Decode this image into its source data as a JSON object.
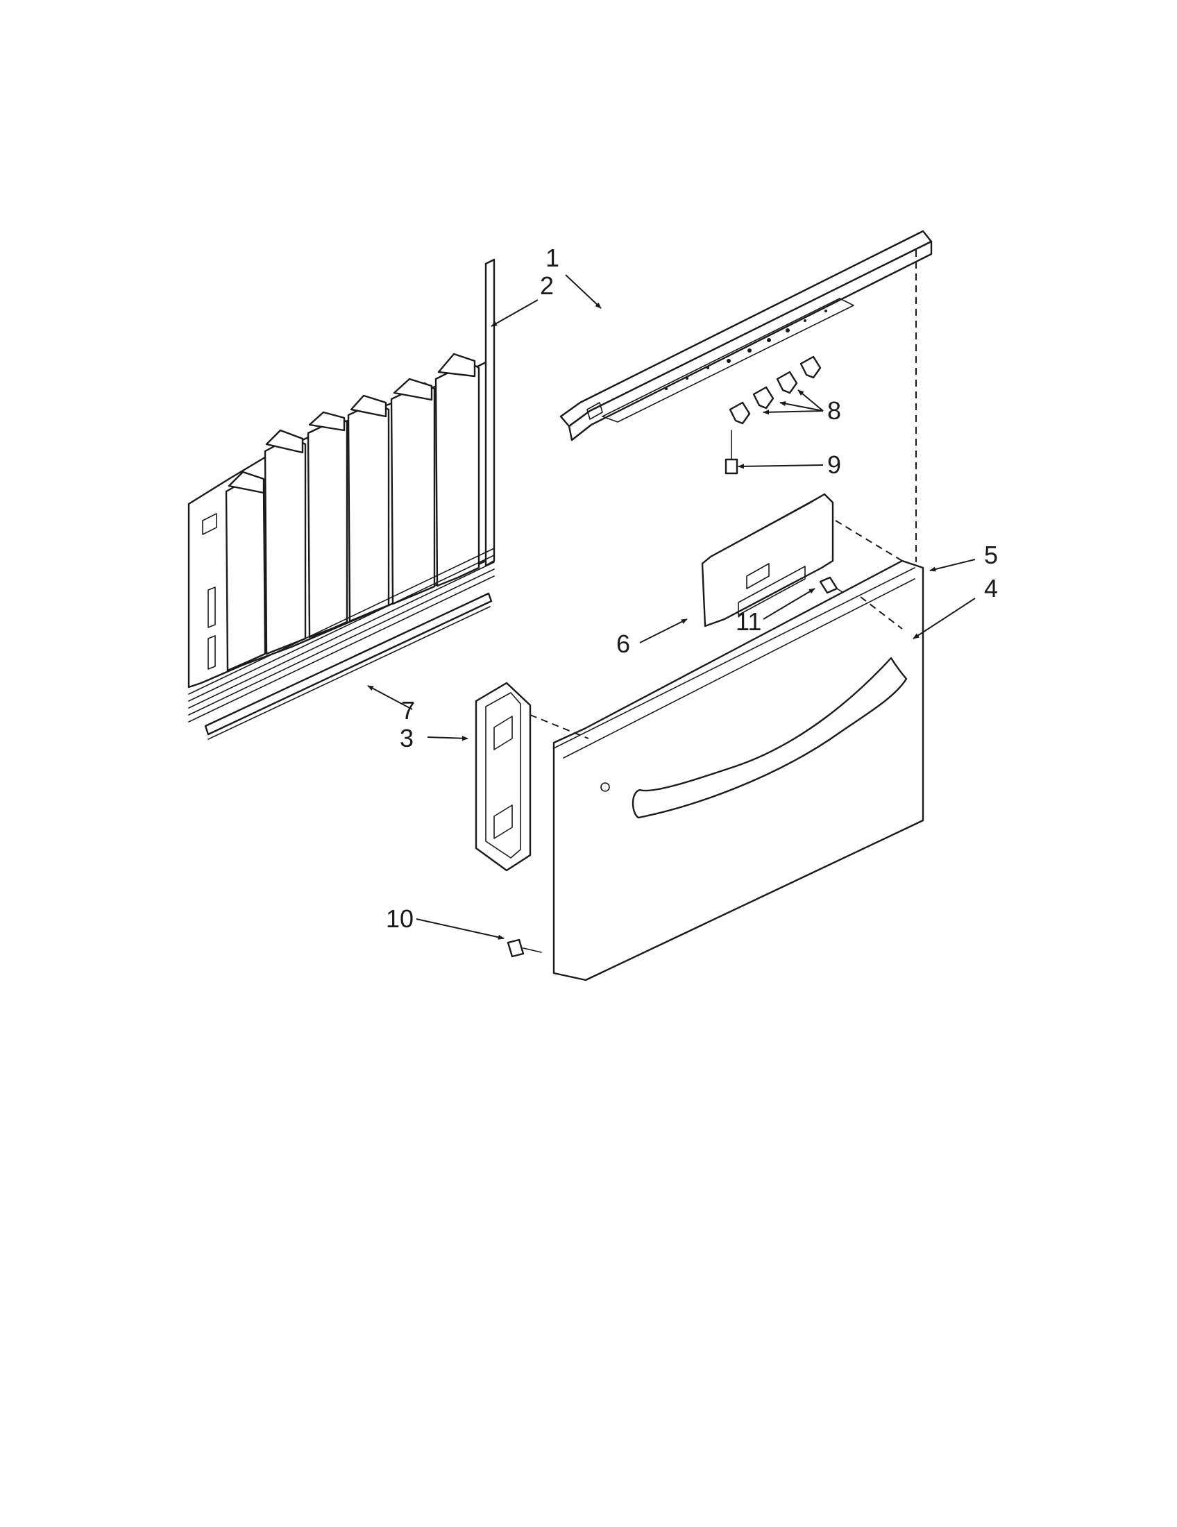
{
  "callouts": {
    "c1": "1",
    "c2": "2",
    "c3": "3",
    "c4": "4",
    "c5": "5",
    "c6": "6",
    "c7": "7",
    "c8": "8",
    "c9": "9",
    "c10": "10",
    "c11": "11"
  },
  "icons": {
    "arrowhead": "arrowhead-icon"
  }
}
